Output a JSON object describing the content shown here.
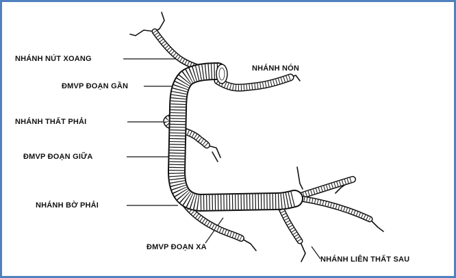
{
  "diagram": {
    "labels": {
      "nut_xoang": "NHÁNH NÚT XOANG",
      "non": "NHÁNH NÓN",
      "doan_gan": "ĐMVP ĐOẠN GẦN",
      "that_phai": "NHÁNH THẤT PHẢI",
      "doan_giua": "ĐMVP ĐOẠN GIỮA",
      "bo_phai": "NHÁNH BỜ  PHẢI",
      "doan_xa": "ĐMVP ĐOẠN XA",
      "lien_that_sau": "NHÁNH LIÊN THẤT SAU"
    },
    "colors": {
      "ink": "#111111",
      "frame": "#4f81bd",
      "background": "#ffffff"
    }
  }
}
